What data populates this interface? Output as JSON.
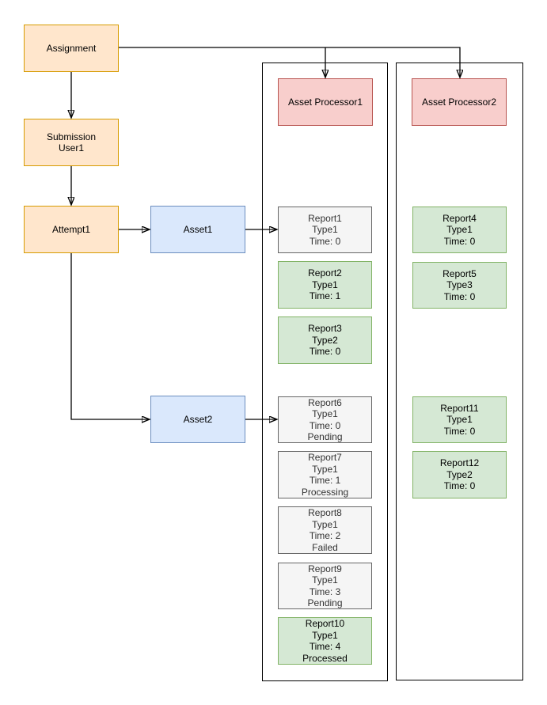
{
  "canvas": {
    "background": "#ffffff"
  },
  "colors": {
    "orange_fill": "#ffe6cc",
    "orange_stroke": "#d79b00",
    "blue_fill": "#dae8fc",
    "blue_stroke": "#6c8ebf",
    "red_fill": "#f8cecc",
    "red_stroke": "#b85450",
    "green_fill": "#d5e8d4",
    "green_stroke": "#82b366",
    "gray_fill": "#f5f5f5",
    "gray_stroke": "#666666"
  },
  "nodes": {
    "assignment": {
      "label": "Assignment"
    },
    "submission_user1": {
      "label": "Submission\nUser1"
    },
    "attempt1": {
      "label": "Attempt1"
    },
    "asset1": {
      "label": "Asset1"
    },
    "asset2": {
      "label": "Asset2"
    },
    "asset_processor1": {
      "label": "Asset Processor1"
    },
    "asset_processor2": {
      "label": "Asset Processor2"
    },
    "report1": {
      "label": "Report1\nType1\nTime: 0"
    },
    "report2": {
      "label": "Report2\nType1\nTime: 1"
    },
    "report3": {
      "label": "Report3\nType2\nTime: 0"
    },
    "report4": {
      "label": "Report4\nType1\nTime: 0"
    },
    "report5": {
      "label": "Report5\nType3\nTime: 0"
    },
    "report6": {
      "label": "Report6\nType1\nTime: 0\nPending"
    },
    "report7": {
      "label": "Report7\nType1\nTime: 1\nProcessing"
    },
    "report8": {
      "label": "Report8\nType1\nTime: 2\nFailed"
    },
    "report9": {
      "label": "Report9\nType1\nTime: 3\nPending"
    },
    "report10": {
      "label": "Report10\nType1\nTime: 4\nProcessed"
    },
    "report11": {
      "label": "Report11\nType1\nTime: 0"
    },
    "report12": {
      "label": "Report12\nType2\nTime: 0"
    }
  }
}
